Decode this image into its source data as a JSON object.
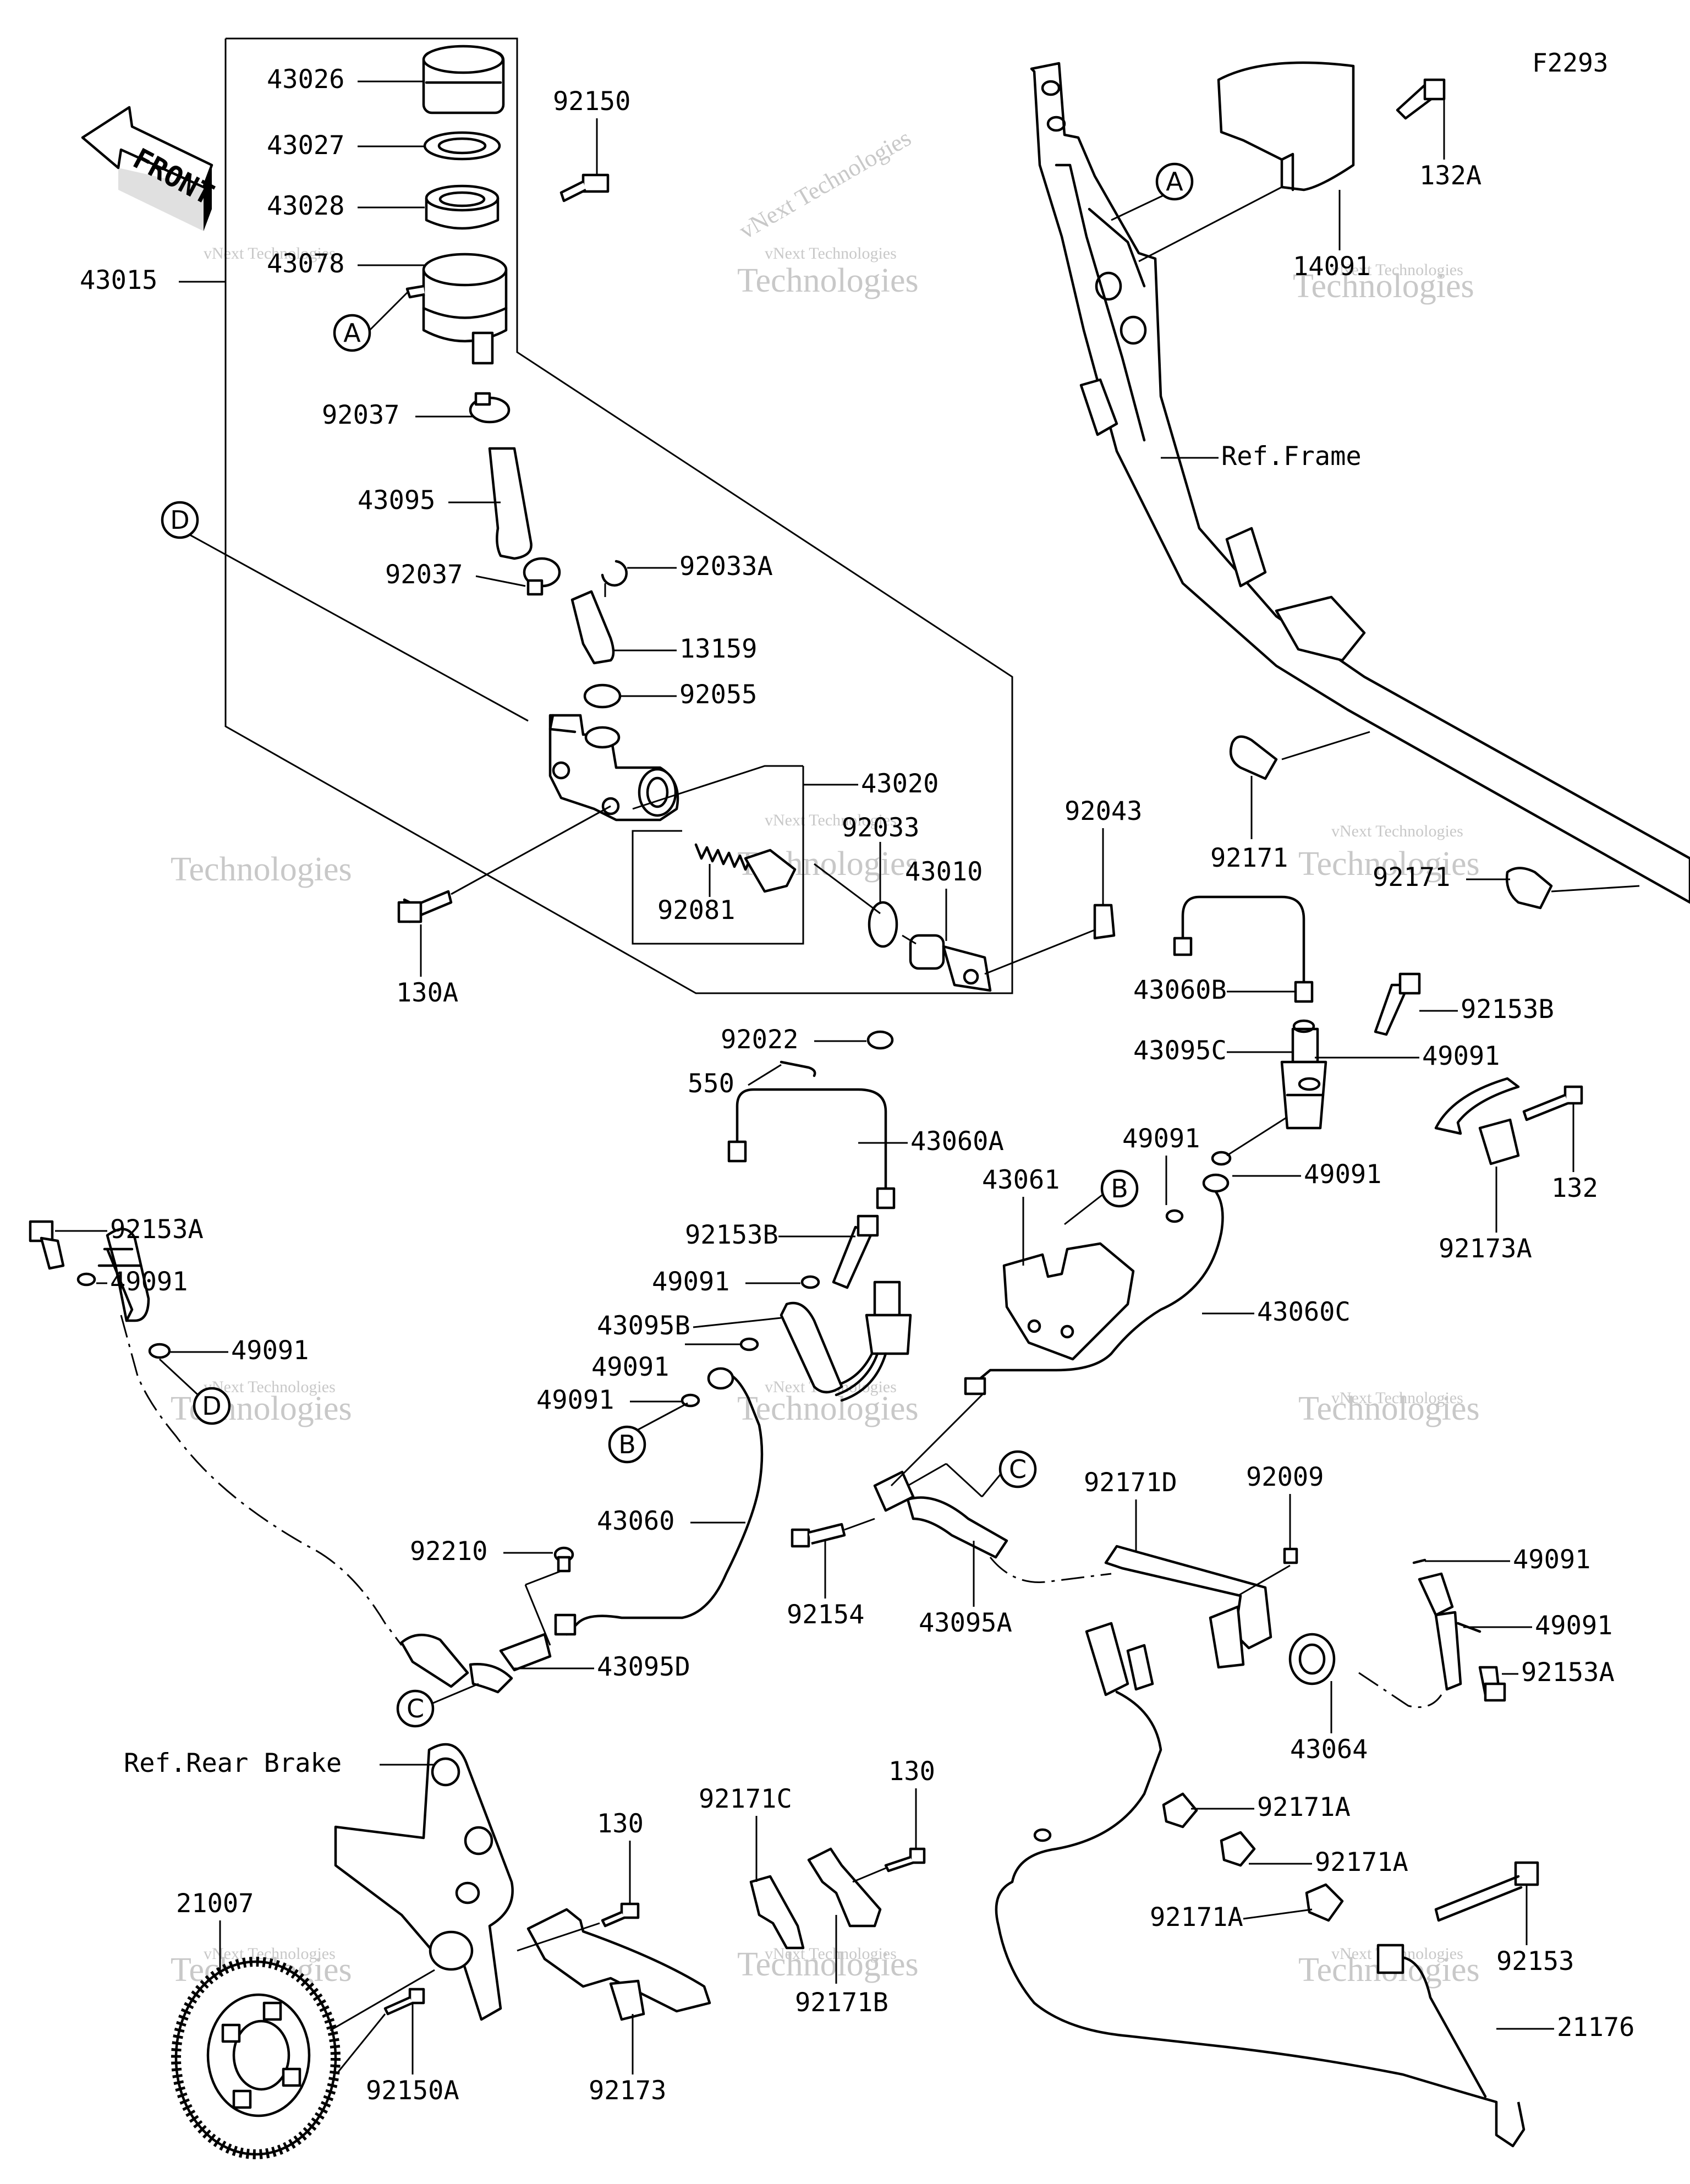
{
  "diagram_code": "F2293",
  "front_label": "FRONT",
  "watermark": {
    "line1": "vNext Technologies",
    "big": "Technologies",
    "small": "vNext Technologies"
  },
  "references": {
    "frame": "Ref.Frame",
    "rear_brake": "Ref.Rear Brake"
  },
  "connectors": [
    "A",
    "B",
    "C",
    "D"
  ],
  "parts": [
    "43026",
    "43027",
    "43028",
    "43078",
    "43015",
    "92037",
    "43095",
    "92037",
    "92033A",
    "13159",
    "92055",
    "43020",
    "92033",
    "92081",
    "43010",
    "130A",
    "92022",
    "550",
    "92150",
    "92043",
    "14091",
    "132A",
    "92171",
    "92171",
    "43060B",
    "92153B",
    "43095C",
    "49091",
    "49091",
    "132",
    "92173A",
    "43060A",
    "92153B",
    "49091",
    "43095B",
    "49091",
    "49091",
    "43061",
    "49091",
    "43060C",
    "43060",
    "92153A",
    "49091",
    "49091",
    "92210",
    "43095D",
    "92154",
    "43095A",
    "92171D",
    "92009",
    "49091",
    "49091",
    "92153A",
    "43064",
    "130",
    "92171C",
    "92171B",
    "130",
    "92173",
    "21007",
    "92150A",
    "92171A",
    "92171A",
    "92171A",
    "92153",
    "21176"
  ]
}
